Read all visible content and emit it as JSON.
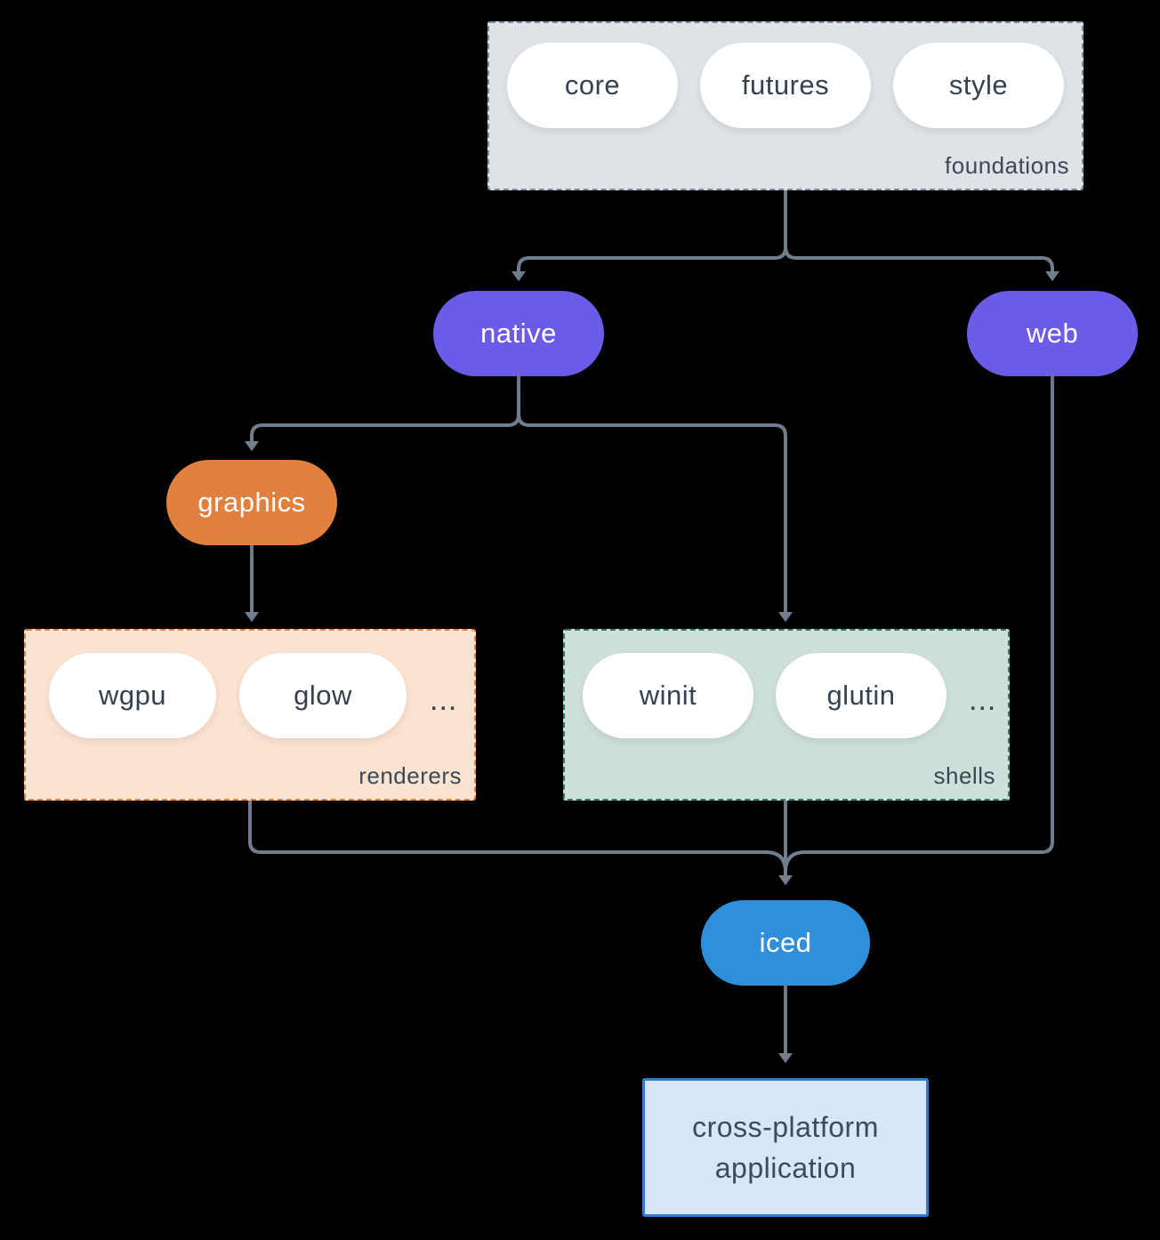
{
  "colors": {
    "bg": "#000000",
    "edge": "#6f7d8c",
    "text_dark": "#334150",
    "label": "#3b4855",
    "purple": "#6b5ce8",
    "orange": "#e1813d",
    "blue": "#2e90da",
    "foundations_fill": "#dfe3e7",
    "foundations_border": "#7d8c9b",
    "renderers_fill": "#fbe3d1",
    "renderers_border": "#e8812c",
    "shells_fill": "#cfdfd9",
    "shells_border": "#277e6a",
    "app_fill": "#d7e7f9",
    "app_border": "#2e7fd2",
    "app_text": "#3c4b5a"
  },
  "nodes": {
    "core": "core",
    "futures": "futures",
    "style": "style",
    "native": "native",
    "web": "web",
    "graphics": "graphics",
    "wgpu": "wgpu",
    "glow": "glow",
    "winit": "winit",
    "glutin": "glutin",
    "iced": "iced"
  },
  "groups": {
    "foundations": {
      "label": "foundations"
    },
    "renderers": {
      "label": "renderers",
      "ellipsis": "..."
    },
    "shells": {
      "label": "shells",
      "ellipsis": "..."
    }
  },
  "application": {
    "line1": "cross-platform",
    "line2": "application"
  },
  "edges": [
    {
      "from": "foundations",
      "to": "native"
    },
    {
      "from": "foundations",
      "to": "web"
    },
    {
      "from": "native",
      "to": "graphics"
    },
    {
      "from": "native",
      "to": "shells"
    },
    {
      "from": "graphics",
      "to": "renderers"
    },
    {
      "from": "renderers",
      "to": "iced"
    },
    {
      "from": "shells",
      "to": "iced"
    },
    {
      "from": "web",
      "to": "iced"
    },
    {
      "from": "iced",
      "to": "cross-platform application"
    }
  ]
}
